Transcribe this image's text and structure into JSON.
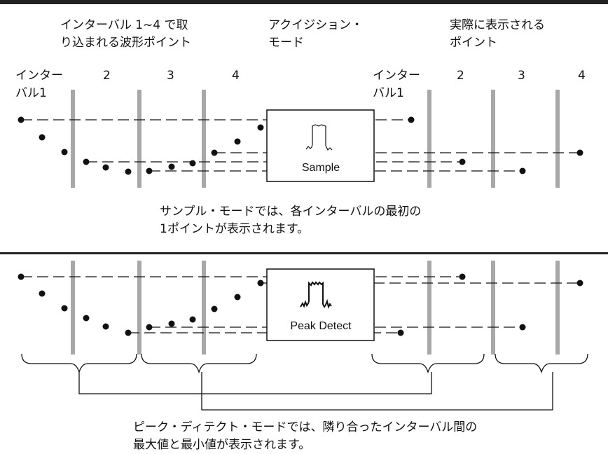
{
  "header": {
    "col1": [
      "インターバル 1~4 で取",
      "り込まれる波形ポイント"
    ],
    "col2": [
      "アクイジション・",
      "モード"
    ],
    "col3": [
      "実際に表示される",
      "ポイント"
    ]
  },
  "intervals_left": {
    "i1": [
      "インター",
      "バル1"
    ],
    "i2": "2",
    "i3": "3",
    "i4": "4"
  },
  "intervals_right": {
    "i1": [
      "インター",
      "バル1"
    ],
    "i2": "2",
    "i3": "3",
    "i4": "4"
  },
  "modes": {
    "sample": "Sample",
    "peak": "Peak Detect"
  },
  "captions": {
    "sample": [
      "サンプル・モードでは、各インターバルの最初の",
      "1ポイントが表示されます。"
    ],
    "peak": [
      "ピーク・ディテクト・モードでは、隣り合ったインターバル間の",
      "最大値と最小値が表示されます。"
    ]
  },
  "colors": {
    "line": "#111111",
    "interval_bar": "#a8a8a8",
    "rule": "#222222"
  }
}
